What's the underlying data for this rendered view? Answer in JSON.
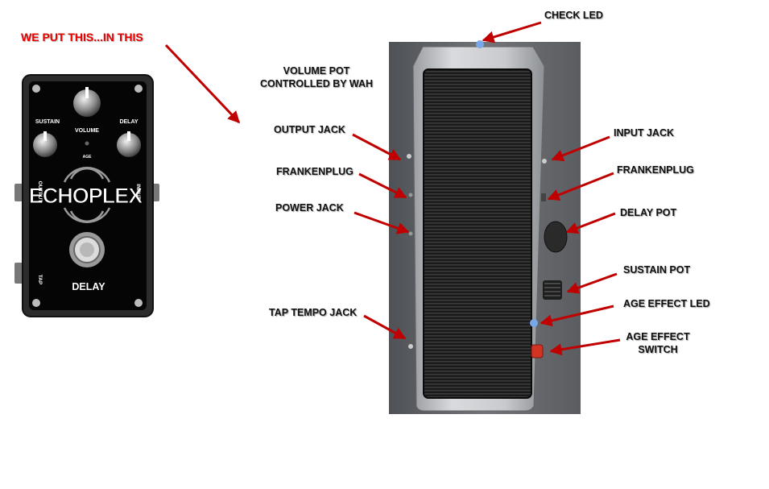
{
  "headline": "WE PUT THIS...IN THIS",
  "small_pedal": {
    "brand": "ECHOPLEX",
    "model": "DELAY",
    "knob_labels": {
      "sustain": "SUSTAIN",
      "volume": "VOLUME",
      "delay": "DELAY",
      "age": "AGE"
    },
    "jack_labels": {
      "output": "OUTPUT",
      "input": "INPUT",
      "tap": "TAP"
    }
  },
  "labels": {
    "check_led": "CHECK LED",
    "volume_pot": "VOLUME POT\nCONTROLLED BY WAH",
    "output_jack": "OUTPUT JACK",
    "frankenplug_left": "FRANKENPLUG",
    "power_jack": "POWER JACK",
    "tap_tempo_jack": "TAP TEMPO JACK",
    "input_jack": "INPUT JACK",
    "frankenplug_right": "FRANKENPLUG",
    "delay_pot": "DELAY POT",
    "sustain_pot": "SUSTAIN POT",
    "age_effect_led": "AGE EFFECT LED",
    "age_effect_switch": "AGE EFFECT\nSWITCH"
  },
  "colors": {
    "arrow": "#c00000",
    "headline": "#e60000",
    "led": "#7aa7e8",
    "switch": "#d33322"
  }
}
